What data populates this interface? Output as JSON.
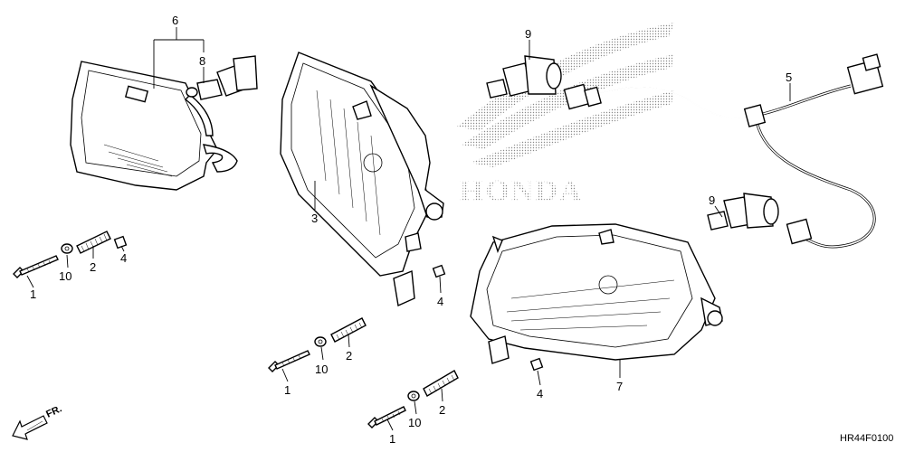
{
  "diagram": {
    "brand_watermark": "HONDA",
    "diagram_code": "HR44F0100",
    "direction_label": "FR.",
    "callouts": {
      "c1a": "1",
      "c1b": "1",
      "c1c": "1",
      "c2a": "2",
      "c2b": "2",
      "c2c": "2",
      "c3": "3",
      "c4a": "4",
      "c4b": "4",
      "c4c": "4",
      "c5": "5",
      "c6": "6",
      "c7": "7",
      "c8": "8",
      "c9a": "9",
      "c9b": "9",
      "c10a": "10",
      "c10b": "10",
      "c10c": "10"
    },
    "colors": {
      "ink": "#000000",
      "watermark": "#9a9a9a",
      "background": "#ffffff"
    }
  }
}
